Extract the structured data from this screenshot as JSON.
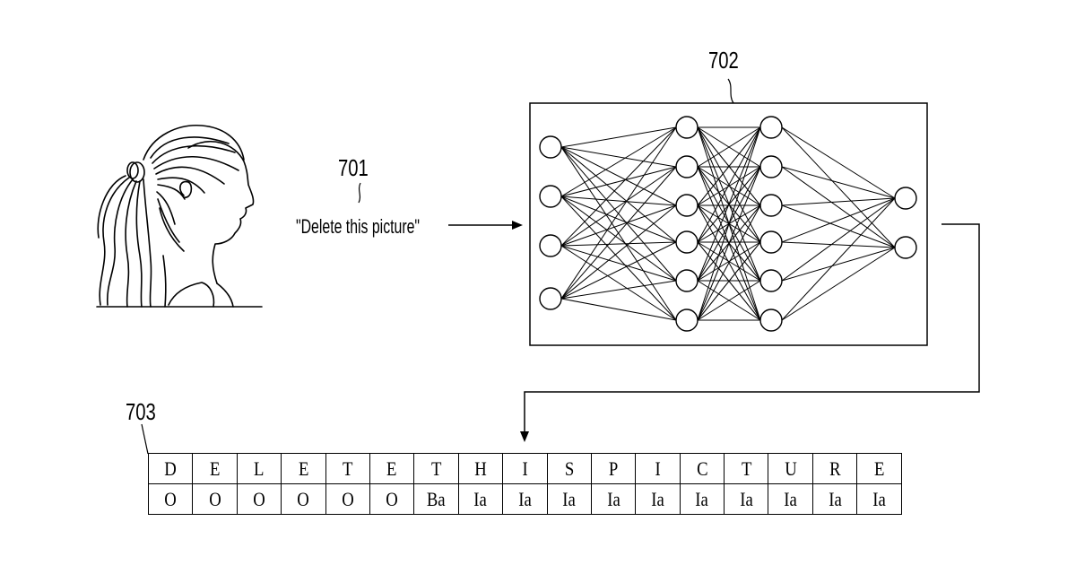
{
  "references": {
    "utterance_ref": "701",
    "network_ref": "702",
    "sequence_ref": "703"
  },
  "utterance": "\"Delete this picture\"",
  "network": {
    "layers": [
      4,
      6,
      6,
      2
    ]
  },
  "sequence": {
    "letters": [
      "D",
      "E",
      "L",
      "E",
      "T",
      "E",
      "T",
      "H",
      "I",
      "S",
      "P",
      "I",
      "C",
      "T",
      "U",
      "R",
      "E"
    ],
    "tags": [
      "O",
      "O",
      "O",
      "O",
      "O",
      "O",
      "Ba",
      "Ia",
      "Ia",
      "Ia",
      "Ia",
      "Ia",
      "Ia",
      "Ia",
      "Ia",
      "Ia",
      "Ia"
    ]
  }
}
